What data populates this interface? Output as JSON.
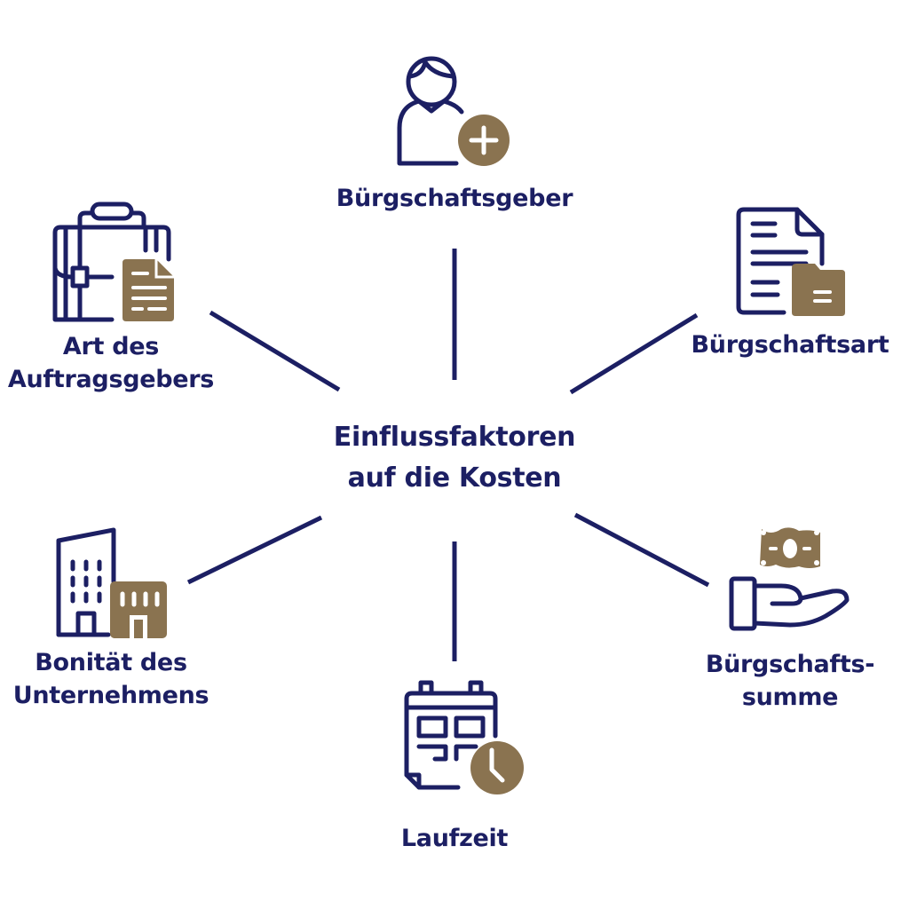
{
  "colors": {
    "primary": "#1c1f63",
    "accent": "#8a7350",
    "background": "#ffffff"
  },
  "center": {
    "title": "Einflussfaktoren\nauf die Kosten"
  },
  "factors": [
    {
      "id": "buergschaftsgeber",
      "label": "Bürgschaftsgeber",
      "icon": "person-plus-icon"
    },
    {
      "id": "buergschaftsart",
      "label": "Bürgschaftsart",
      "icon": "document-folder-icon"
    },
    {
      "id": "buergschaftssumme",
      "label": "Bürgschafts-\nsumme",
      "icon": "hand-money-icon"
    },
    {
      "id": "laufzeit",
      "label": "Laufzeit",
      "icon": "calendar-clock-icon"
    },
    {
      "id": "bonitaet",
      "label": "Bonität des\nUnternehmens",
      "icon": "buildings-icon"
    },
    {
      "id": "auftraggeber",
      "label": "Art des\nAuftragsgebers",
      "icon": "briefcase-document-icon"
    }
  ]
}
